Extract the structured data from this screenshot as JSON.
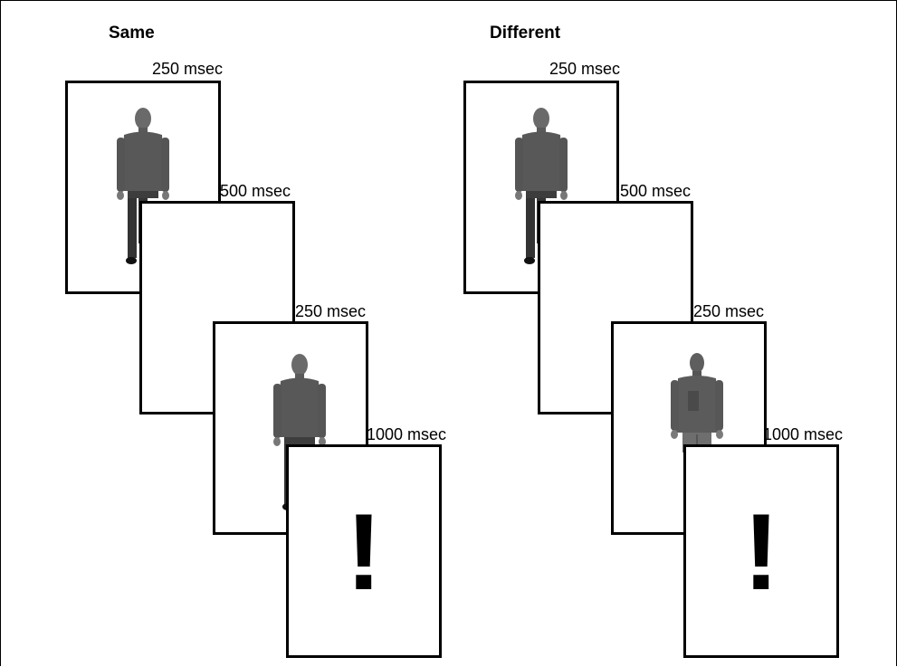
{
  "panels": [
    {
      "title": "Same",
      "frames": [
        {
          "duration": "250 msec",
          "content": "person-a"
        },
        {
          "duration": "500 msec",
          "content": "blank"
        },
        {
          "duration": "250 msec",
          "content": "person-a"
        },
        {
          "duration": "1000 msec",
          "content": "!"
        }
      ]
    },
    {
      "title": "Different",
      "frames": [
        {
          "duration": "250 msec",
          "content": "person-a"
        },
        {
          "duration": "500 msec",
          "content": "blank"
        },
        {
          "duration": "250 msec",
          "content": "person-b"
        },
        {
          "duration": "1000 msec",
          "content": "!"
        }
      ]
    }
  ]
}
